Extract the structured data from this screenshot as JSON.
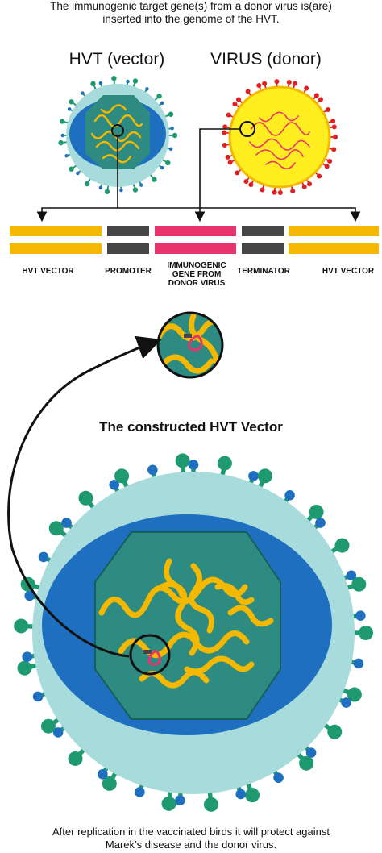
{
  "top_caption": {
    "line1": "The immunogenic target gene(s) from a donor virus is(are)",
    "line2": "inserted into the genome of the HVT."
  },
  "vector_title": "HVT (vector)",
  "donor_title": "VIRUS (donor)",
  "segments": [
    {
      "label": "HVT VECTOR",
      "color": "#f5b800"
    },
    {
      "label": "PROMOTER",
      "color": "#454545"
    },
    {
      "label": "IMMUNOGENIC GENE FROM DONOR VIRUS",
      "color": "#e8336d"
    },
    {
      "label": "TERMINATOR",
      "color": "#454545"
    },
    {
      "label": "HVT VECTOR",
      "color": "#f5b800"
    }
  ],
  "construct_title": "The constructed HVT Vector",
  "bottom_caption": {
    "line1": "After replication in the vaccinated birds it will protect against",
    "line2": "Marek’s disease and the donor virus."
  },
  "colors": {
    "envelope": "#a8dcdc",
    "tegument": "#1e6fc0",
    "capsid": "#2e8b82",
    "spike": "#1f9a70",
    "dna": "#f5b800",
    "donor_envelope": "#ffee1f",
    "donor_spike": "#e02020",
    "insert": "#e8336d"
  }
}
